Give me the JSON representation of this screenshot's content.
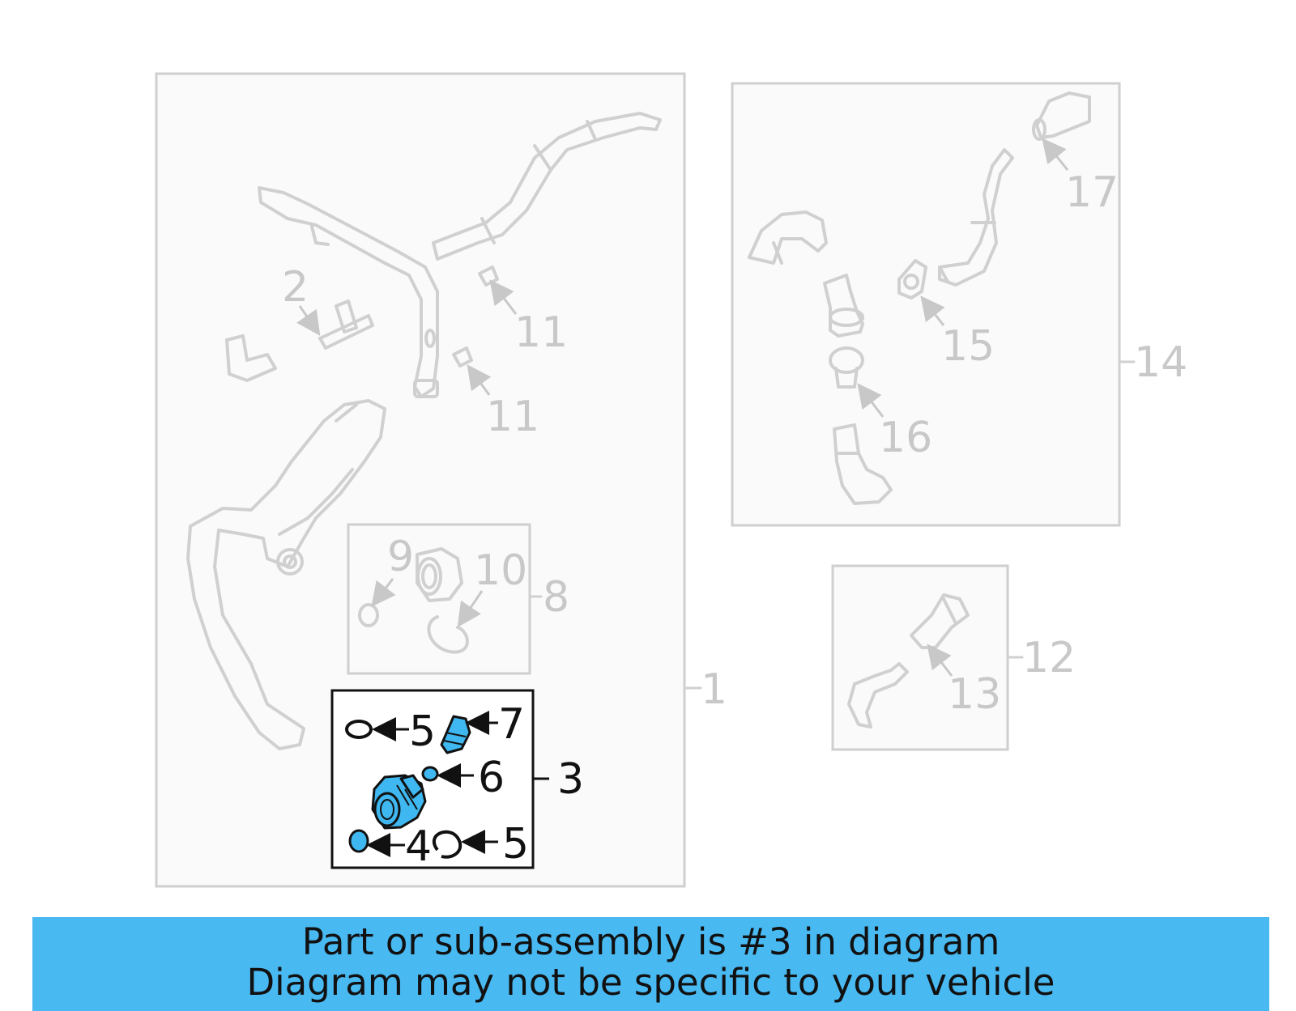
{
  "callouts": {
    "c1": "1",
    "c2": "2",
    "c3": "3",
    "c4": "4",
    "c5a": "5",
    "c5b": "5",
    "c6": "6",
    "c7": "7",
    "c8": "8",
    "c9": "9",
    "c10": "10",
    "c11a": "11",
    "c11b": "11",
    "c12": "12",
    "c13": "13",
    "c14": "14",
    "c15": "15",
    "c16": "16",
    "c17": "17"
  },
  "highlight": {
    "part_number": "3",
    "color": "#3fb7f0"
  },
  "banner": {
    "line1": "Part or sub-assembly is #3 in diagram",
    "line2": "Diagram may not be specific to your vehicle",
    "background": "#49b9f2"
  }
}
